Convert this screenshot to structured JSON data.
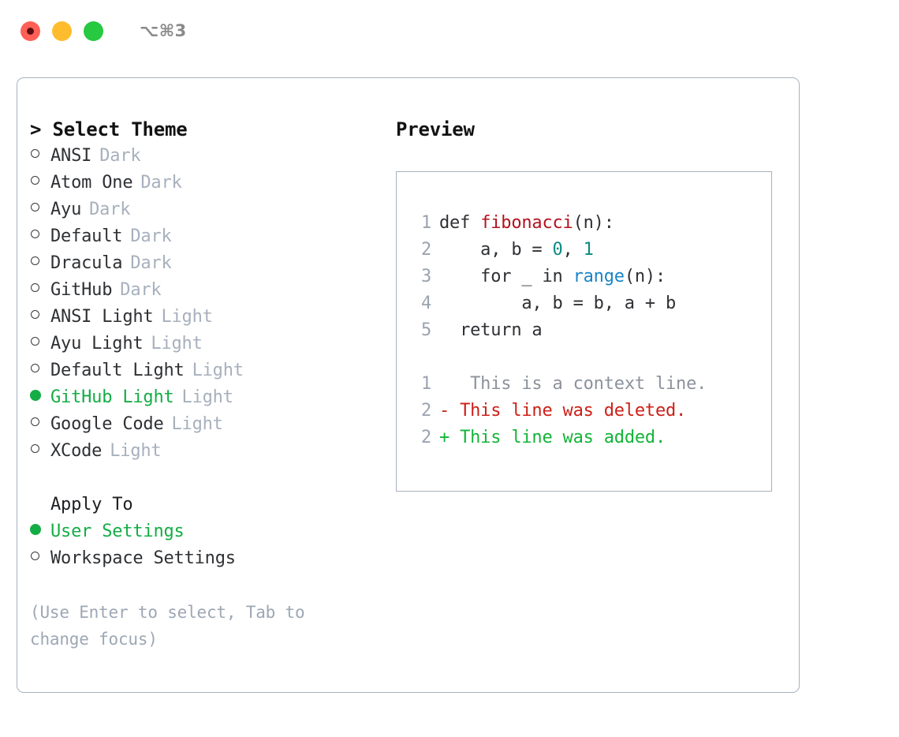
{
  "titlebar": {
    "shortcut": "⌥⌘3",
    "buttons": [
      {
        "name": "close",
        "color": "#ff5f56"
      },
      {
        "name": "minimize",
        "color": "#ffbd2e"
      },
      {
        "name": "maximize",
        "color": "#26c940"
      }
    ]
  },
  "theme_picker": {
    "title": "> Select Theme",
    "items": [
      {
        "label": "ANSI",
        "tag": "Dark",
        "selected": false
      },
      {
        "label": "Atom One",
        "tag": "Dark",
        "selected": false
      },
      {
        "label": "Ayu",
        "tag": "Dark",
        "selected": false
      },
      {
        "label": "Default",
        "tag": "Dark",
        "selected": false
      },
      {
        "label": "Dracula",
        "tag": "Dark",
        "selected": false
      },
      {
        "label": "GitHub",
        "tag": "Dark",
        "selected": false
      },
      {
        "label": "ANSI Light",
        "tag": "Light",
        "selected": false
      },
      {
        "label": "Ayu Light",
        "tag": "Light",
        "selected": false
      },
      {
        "label": "Default Light",
        "tag": "Light",
        "selected": false
      },
      {
        "label": "GitHub Light",
        "tag": "Light",
        "selected": true
      },
      {
        "label": "Google Code",
        "tag": "Light",
        "selected": false
      },
      {
        "label": "XCode",
        "tag": "Light",
        "selected": false
      }
    ]
  },
  "apply_to": {
    "title": "Apply To",
    "items": [
      {
        "label": "User Settings",
        "selected": true
      },
      {
        "label": "Workspace Settings",
        "selected": false
      }
    ]
  },
  "hint": "(Use Enter to select, Tab to change focus)",
  "preview": {
    "title": "Preview",
    "code_lines": [
      {
        "lno": "1",
        "tokens": [
          {
            "text": "def ",
            "type": "kw"
          },
          {
            "text": "fibonacci",
            "type": "fn"
          },
          {
            "text": "(n):",
            "type": "plain"
          }
        ]
      },
      {
        "lno": "2",
        "tokens": [
          {
            "text": "    a, b = ",
            "type": "plain"
          },
          {
            "text": "0",
            "type": "num"
          },
          {
            "text": ", ",
            "type": "plain"
          },
          {
            "text": "1",
            "type": "num"
          }
        ]
      },
      {
        "lno": "3",
        "tokens": [
          {
            "text": "    for _ in ",
            "type": "kw"
          },
          {
            "text": "range",
            "type": "call"
          },
          {
            "text": "(n):",
            "type": "plain"
          }
        ]
      },
      {
        "lno": "4",
        "tokens": [
          {
            "text": "        a, b = b, a + b",
            "type": "plain"
          }
        ]
      },
      {
        "lno": "5",
        "tokens": [
          {
            "text": "  return a",
            "type": "kw"
          }
        ]
      }
    ],
    "diff_lines": [
      {
        "lno": "1",
        "marker": "  ",
        "text": " This is a context line.",
        "kind": "ctx"
      },
      {
        "lno": "2",
        "marker": "- ",
        "text": "This line was deleted.",
        "kind": "del"
      },
      {
        "lno": "2",
        "marker": "+ ",
        "text": "This line was added.",
        "kind": "add"
      }
    ]
  },
  "colors": {
    "accent_green": "#14ad45",
    "border": "#a8b2c1",
    "muted": "#a7b0bd",
    "diff_add": "#13b438",
    "diff_del": "#cc2017",
    "token_function": "#b3121f",
    "token_number": "#0b8a85",
    "token_call": "#1a84c7"
  }
}
